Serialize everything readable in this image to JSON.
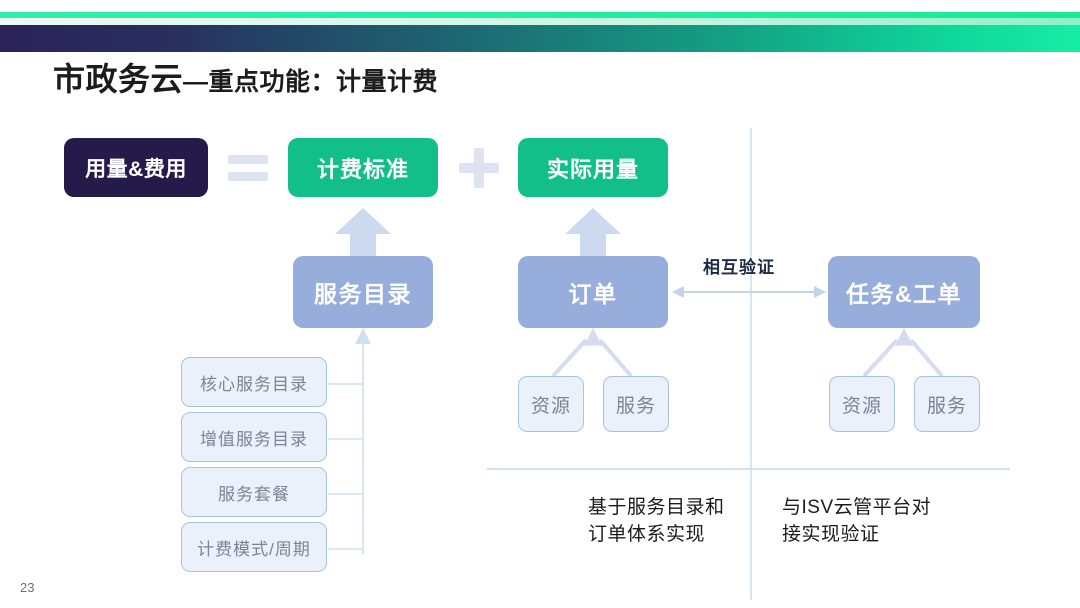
{
  "header": {
    "accent_green": "#19eda2",
    "accent_navy": "#2a2259",
    "title_main": "市政务云",
    "title_sub": "—重点功能：计量计费"
  },
  "formula_row": {
    "result_box": {
      "label": "用量&费用",
      "color": "#241b4a"
    },
    "equals_operator": "=",
    "term_1": {
      "label": "计费标准",
      "color": "#12bf88"
    },
    "plus_operator": "+",
    "term_2": {
      "label": "实际用量",
      "color": "#12bf88"
    }
  },
  "entity_row": {
    "color": "#97aedd",
    "service_catalog": {
      "label": "服务目录"
    },
    "order": {
      "label": "订单"
    },
    "task_ticket": {
      "label": "任务&工单"
    },
    "relation_label": "相互验证"
  },
  "catalog_items": [
    {
      "label": "核心服务目录"
    },
    {
      "label": "增值服务目录"
    },
    {
      "label": "服务套餐"
    },
    {
      "label": "计费模式/周期"
    }
  ],
  "order_sources": [
    {
      "label": "资源"
    },
    {
      "label": "服务"
    }
  ],
  "ticket_sources": [
    {
      "label": "资源"
    },
    {
      "label": "服务"
    }
  ],
  "footnotes": {
    "left": "基于服务目录和\n订单体系实现",
    "left_line1": "基于服务目录和",
    "left_line2": "订单体系实现",
    "right_line1": "与ISV云管平台对",
    "right_line2": "接实现验证"
  },
  "page_number": "23"
}
